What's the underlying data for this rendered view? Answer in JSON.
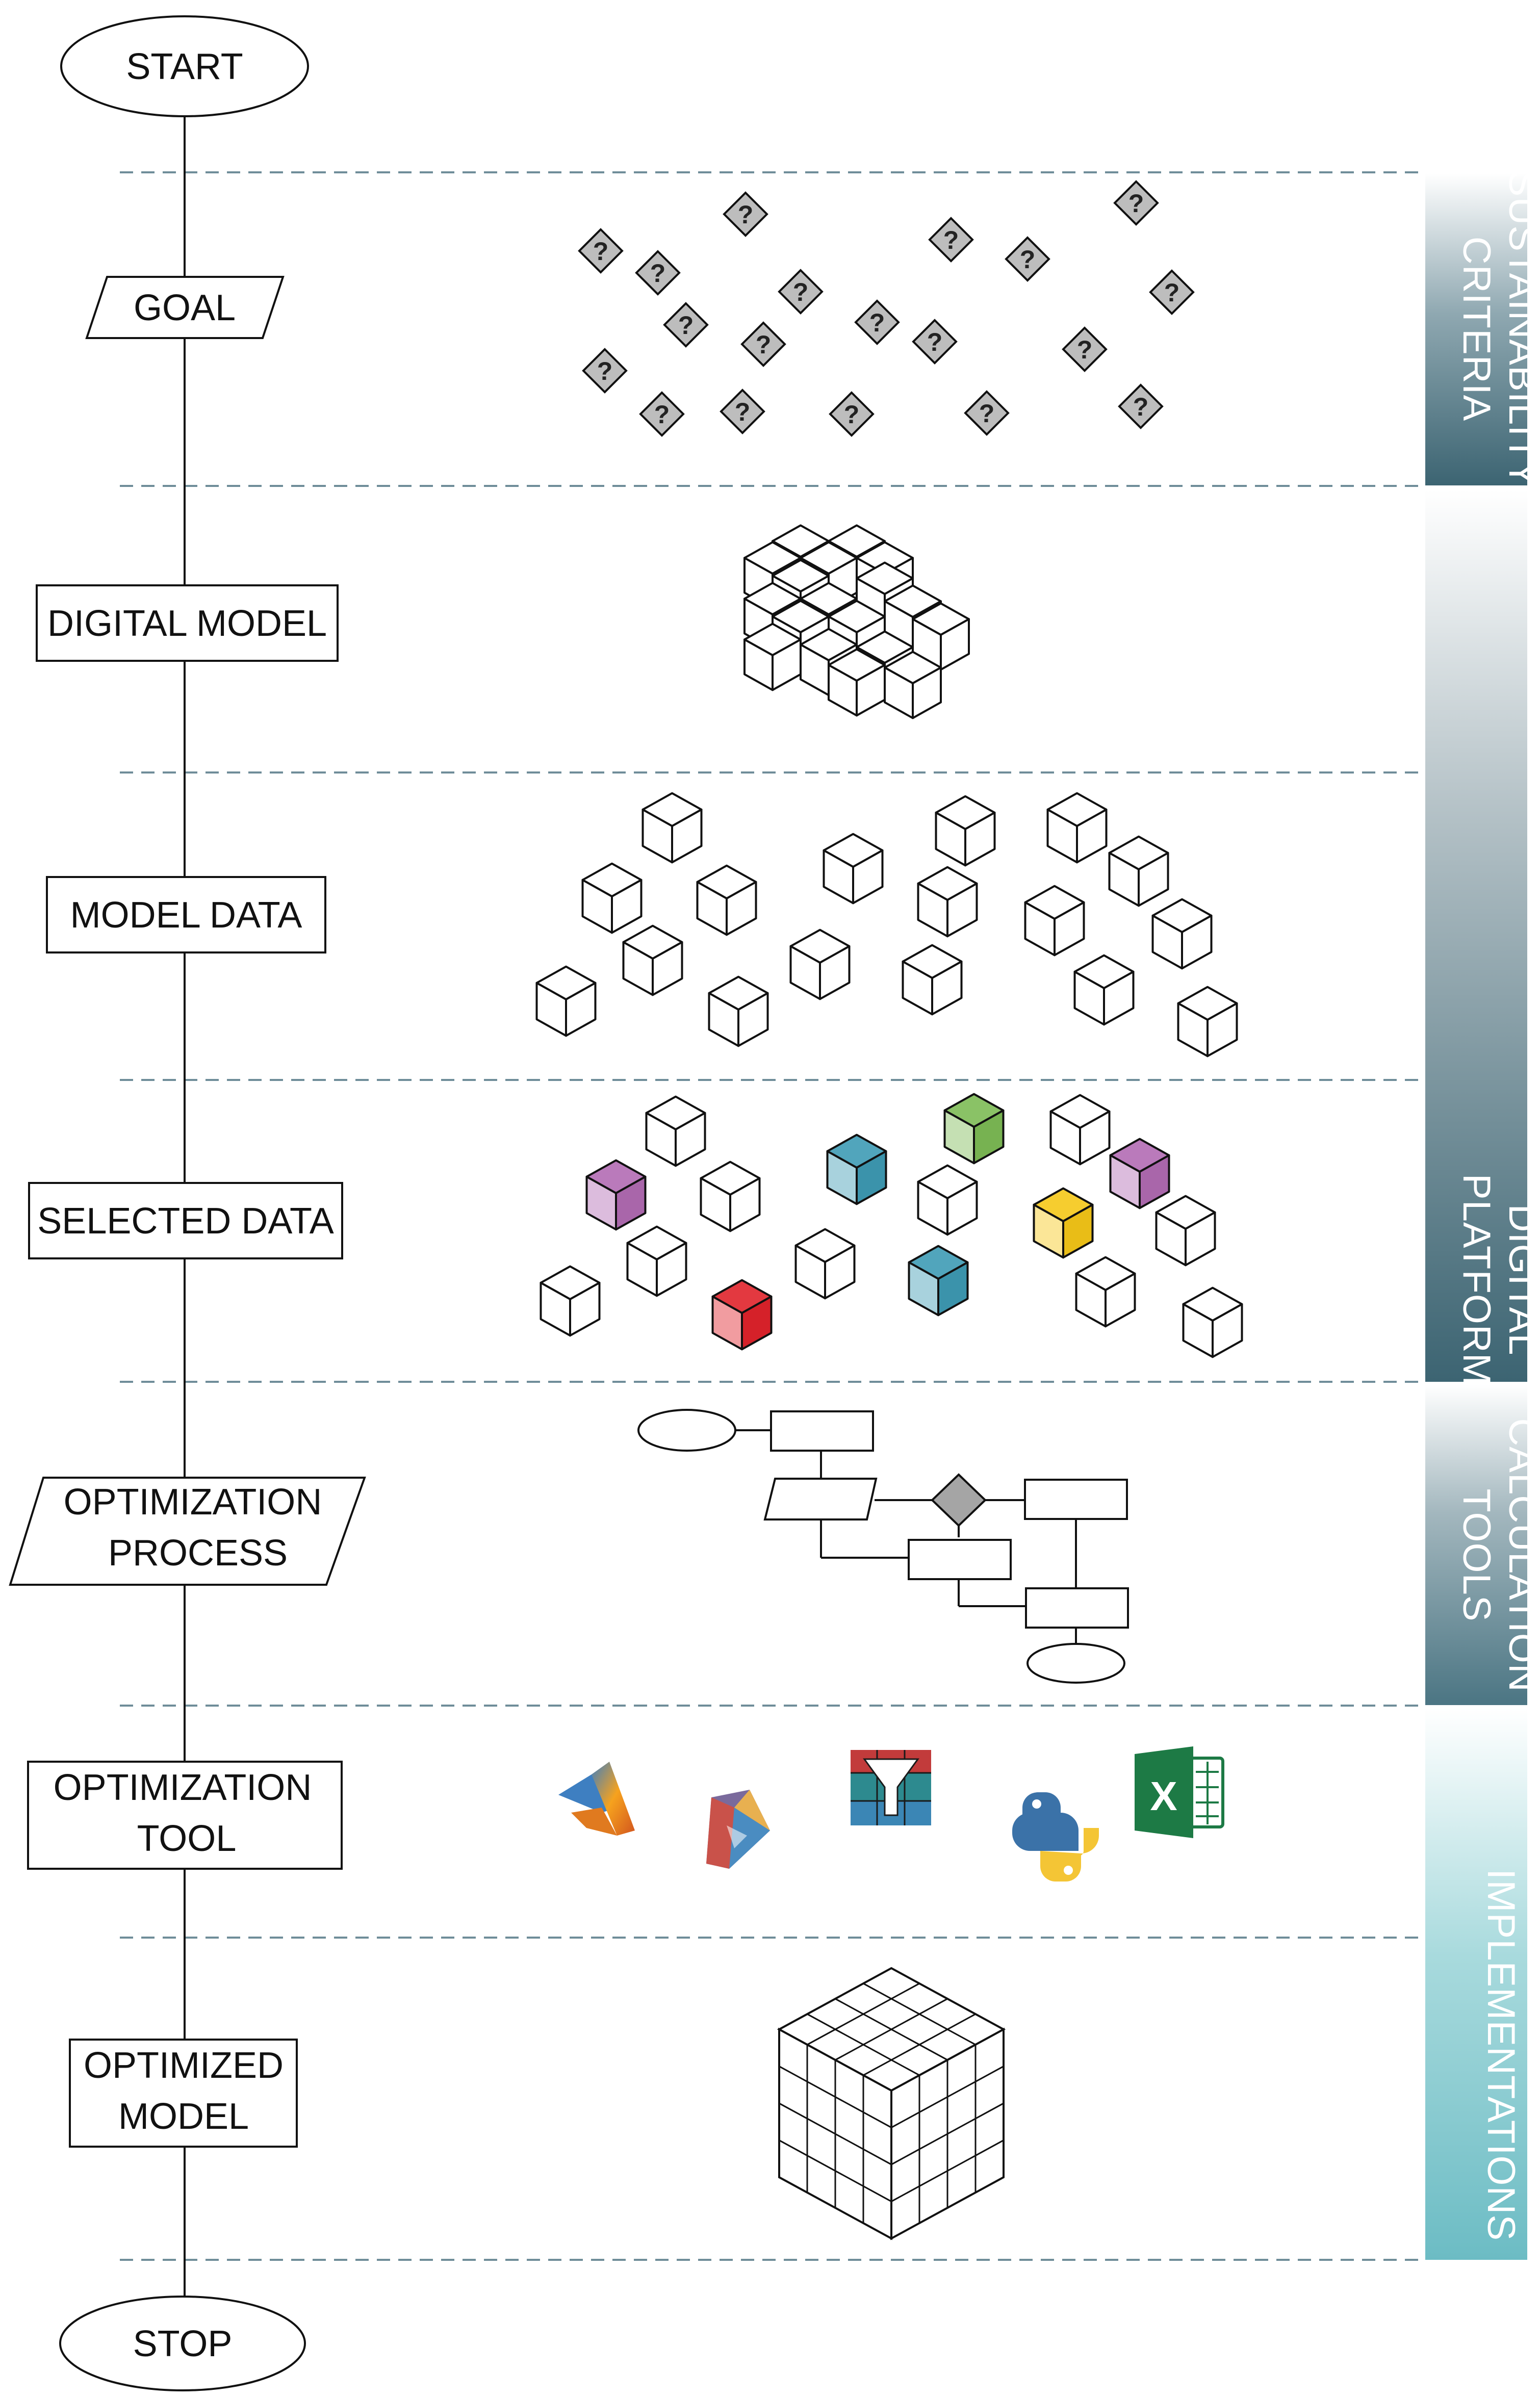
{
  "flowchart": {
    "start": "START",
    "goal": "GOAL",
    "digital_model": "DIGITAL MODEL",
    "model_data": "MODEL DATA",
    "selected_data": "SELECTED DATA",
    "optimization_process": [
      "OPTIMIZATION",
      "PROCESS"
    ],
    "optimization_tool": [
      "OPTIMIZATION",
      "TOOL"
    ],
    "optimized_model": [
      "OPTIMIZED",
      "MODEL"
    ],
    "stop": "STOP"
  },
  "side_bands": {
    "sustainability": [
      "SUSTAINABILITY",
      "CRITERIA"
    ],
    "digital_platform": [
      "DIGITAL",
      "PLATFORM"
    ],
    "calculation_tools": [
      "CALCULATION",
      "TOOLS"
    ],
    "implementations": [
      "IMPLEMENTATIONS"
    ]
  },
  "question_mark": "?",
  "excel_letter": "X",
  "icons": [
    "matlab-icon",
    "dynamo-icon",
    "filter-grid-icon",
    "python-icon",
    "excel-icon"
  ],
  "colors": {
    "line": "#111111",
    "dashed": "#6f8d99",
    "band_dark": "#3c6472",
    "band_light": "#78c0c8",
    "cube_purple": "#b26bb3",
    "cube_teal": "#3e9bb4",
    "cube_green": "#7dbb55",
    "cube_yellow": "#f5c718",
    "cube_red": "#e0232b"
  }
}
